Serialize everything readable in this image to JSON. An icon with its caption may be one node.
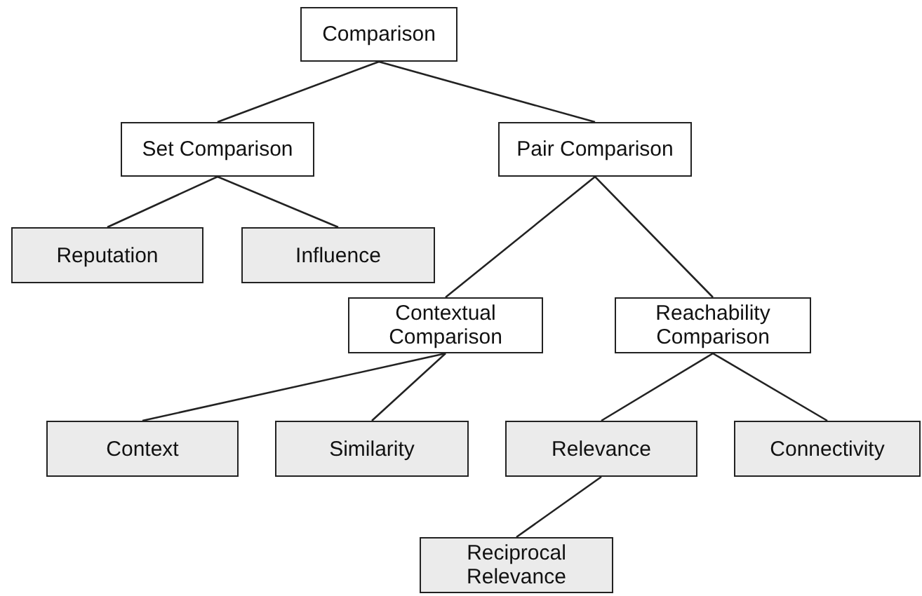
{
  "diagram": {
    "nodes": [
      {
        "text": [
          "Comparison"
        ]
      },
      {
        "text": [
          "Set Comparison"
        ]
      },
      {
        "text": [
          "Pair Comparison"
        ]
      },
      {
        "text": [
          "Reputation"
        ]
      },
      {
        "text": [
          "Influence"
        ]
      },
      {
        "text": [
          "Contextual Comparison"
        ]
      },
      {
        "text": [
          "Reachability Comparison"
        ]
      },
      {
        "text": [
          "Context"
        ]
      },
      {
        "text": [
          "Similarity"
        ]
      },
      {
        "text": [
          "Relevance"
        ]
      },
      {
        "text": [
          "Connectivity"
        ]
      },
      {
        "text": [
          "Reciprocal Relevance"
        ]
      }
    ],
    "edges": [
      {
        "from": 0,
        "to": 1,
        "arrow": "none"
      },
      {
        "from": 0,
        "to": 2,
        "arrow": "none"
      },
      {
        "from": 1,
        "to": 3,
        "arrow": "none"
      },
      {
        "from": 1,
        "to": 4,
        "arrow": "none"
      },
      {
        "from": 2,
        "to": 5,
        "arrow": "none"
      },
      {
        "from": 2,
        "to": 6,
        "arrow": "none"
      },
      {
        "from": 5,
        "to": 7,
        "arrow": "none"
      },
      {
        "from": 5,
        "to": 8,
        "arrow": "none"
      },
      {
        "from": 6,
        "to": 9,
        "arrow": "none"
      },
      {
        "from": 6,
        "to": 10,
        "arrow": "none"
      },
      {
        "from": 9,
        "to": 11,
        "arrow": "none"
      }
    ]
  }
}
